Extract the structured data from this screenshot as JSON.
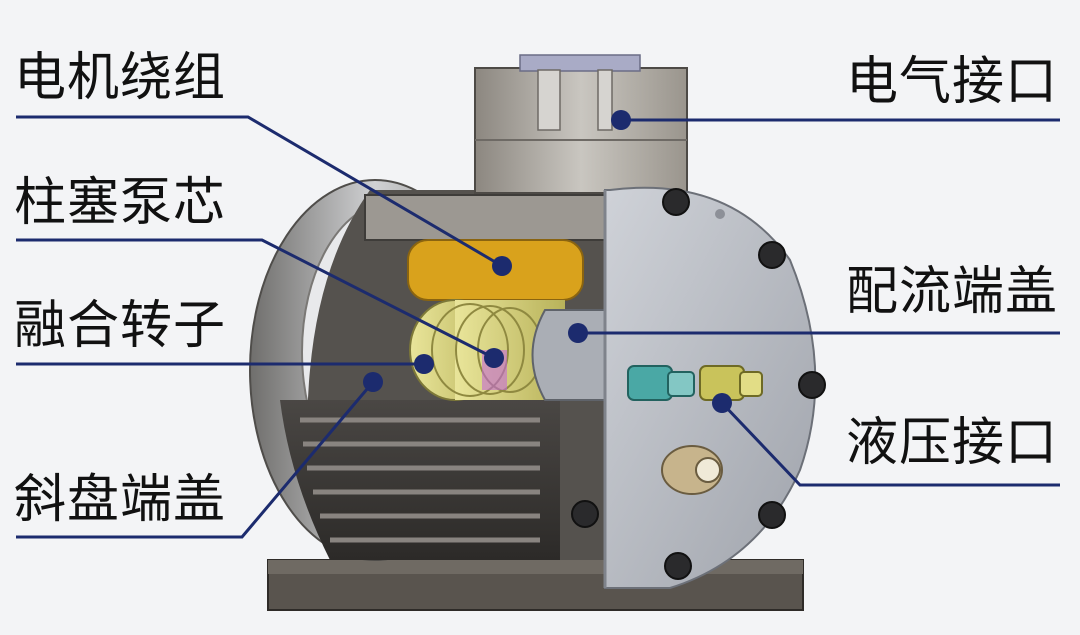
{
  "labels_left": [
    {
      "id": "motor-winding",
      "text": "电机绕组"
    },
    {
      "id": "plunger-pump-core",
      "text": "柱塞泵芯"
    },
    {
      "id": "fused-rotor",
      "text": "融合转子"
    },
    {
      "id": "swash-plate-end-cover",
      "text": "斜盘端盖"
    }
  ],
  "labels_right": [
    {
      "id": "electrical-interface",
      "text": "电气接口"
    },
    {
      "id": "valve-plate-end-cover",
      "text": "配流端盖"
    },
    {
      "id": "hydraulic-interface",
      "text": "液压接口"
    }
  ],
  "colors": {
    "leader_line": "#1c2b6e",
    "winding": "#d9a21c",
    "housing_dark": "#3a3835",
    "end_cover": "#b9bcc3",
    "background": "#f3f4f6"
  }
}
